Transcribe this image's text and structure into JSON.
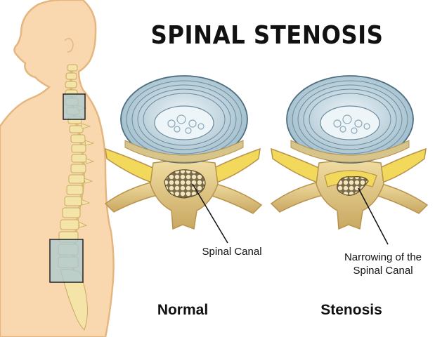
{
  "title": "SPINAL STENOSIS",
  "labels": {
    "normal_canal": "Spinal Canal",
    "stenosis_canal_line1": "Narrowing of the",
    "stenosis_canal_line2": "Spinal Canal"
  },
  "captions": {
    "normal": "Normal",
    "stenosis": "Stenosis"
  },
  "colors": {
    "skin": "#f9d8b0",
    "skin_outline": "#e5b680",
    "bone": "#e6cf88",
    "bone_outline": "#b8934c",
    "disc": "#c8dbe4",
    "disc_outline": "#4d6f82",
    "nucleus": "#e9f1f4",
    "ligament": "#f2d95c",
    "cord": "#e8dcae",
    "highlight_box": "#a9c8d3"
  }
}
